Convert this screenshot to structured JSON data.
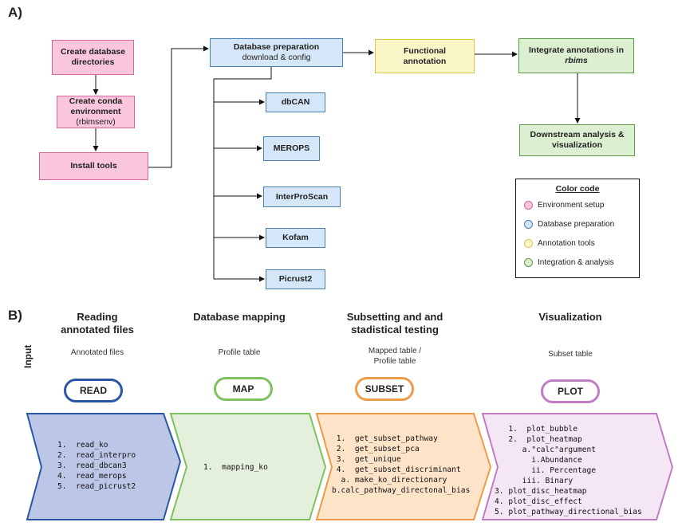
{
  "panel_a": {
    "label": "A)",
    "setup": {
      "create_dirs": "Create database directories",
      "conda_title": "Create conda environment",
      "conda_sub": "(rbimsenv)",
      "install_tools": "Install tools"
    },
    "db_prep": {
      "title": "Database preparation",
      "sub": "download & config"
    },
    "databases": [
      "dbCAN",
      "MEROPS",
      "InterProScan",
      "Kofam",
      "Picrust2"
    ],
    "functional_annotation": "Functional annotation",
    "integrate": {
      "title": "Integrate annotations in",
      "italic": "rbims"
    },
    "downstream": "Downstream analysis & visualization",
    "legend": {
      "title": "Color code",
      "items": [
        {
          "label": "Environment setup",
          "color": "#f9c6dc",
          "border": "#d9669c"
        },
        {
          "label": "Database preparation",
          "color": "#d4e6f7",
          "border": "#4a7fb0"
        },
        {
          "label": "Annotation tools",
          "color": "#fbf6c8",
          "border": "#d6c94a"
        },
        {
          "label": "Integration & analysis",
          "color": "#dcefd1",
          "border": "#5b9a45"
        }
      ]
    }
  },
  "panel_b": {
    "label": "B)",
    "input_label": "Input",
    "stages": [
      {
        "title_1": "Reading",
        "title_2": "annotated files",
        "input_1": "Annotated files",
        "input_2": "",
        "pill": "READ",
        "pill_color": "#2a56a6",
        "functions": [
          "1.  read_ko",
          "2.  read_interpro",
          "3.  read_dbcan3",
          "4.  read_merops",
          "5.  read_picrust2"
        ]
      },
      {
        "title_1": "Database mapping",
        "title_2": "",
        "input_1": "Profile table",
        "input_2": "",
        "pill": "MAP",
        "pill_color": "#7cc25e",
        "functions": [
          "1.  mapping_ko"
        ]
      },
      {
        "title_1": "Subsetting and and",
        "title_2": "stadistical testing",
        "input_1": "Mapped table /",
        "input_2": "Profile table",
        "pill": "SUBSET",
        "pill_color": "#ef9a48",
        "functions": [
          " 1.  get_subset_pathway",
          " 2.  get_subset_pca",
          " 3.  get_unique",
          " 4.  get_subset_discriminant",
          "  a. make_ko_directionary",
          "b.calc_pathway_directonal_bias"
        ]
      },
      {
        "title_1": "Visualization",
        "title_2": "",
        "input_1": "Subset table",
        "input_2": "",
        "pill": "PLOT",
        "pill_color": "#c27cc4",
        "functions": [
          "   1.  plot_bubble",
          "   2.  plot_heatmap",
          "      a.\"calc\"argument",
          "        i.Abundance",
          "        ii. Percentage",
          "      iii. Binary",
          "3. plot_disc_heatmap",
          "4. plot_disc_effect",
          "5. plot_pathway_directional_bias"
        ]
      }
    ]
  }
}
